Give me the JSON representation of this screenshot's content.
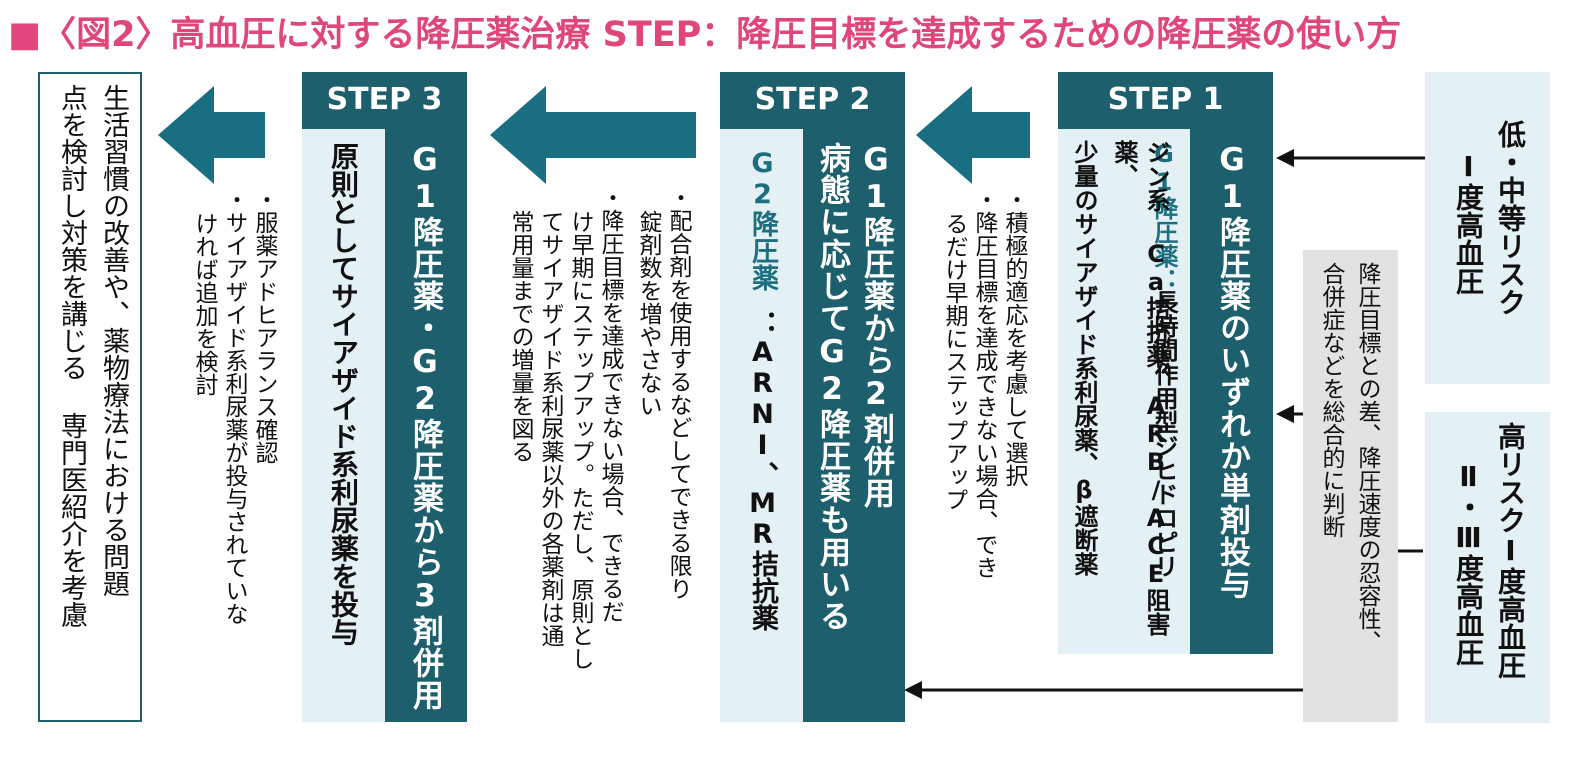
{
  "title": "■〈図2〉高血圧に対する降圧薬治療 STEP：降圧目標を達成するための降圧薬の使い方",
  "risk_low": {
    "line1": "低・中等リスク",
    "line2": "Ⅰ度高血圧"
  },
  "risk_high": {
    "line1": "高リスクⅠ度高血圧",
    "line2": "Ⅱ・Ⅲ度高血圧"
  },
  "judgement": {
    "line1": "降圧目標との差、降圧速度の忍容性、",
    "line2": "合併症などを総合的に判断"
  },
  "step1": {
    "label": "STEP 1",
    "main": "G1降圧薬のいずれか単剤投与",
    "detail_head": "G1降圧薬：",
    "detail_line1": "長時間作用型ジヒドロピリ",
    "detail_line2": "ジン系 Ca拮抗薬、ARB/ACE阻害薬、",
    "detail_line3": "少量のサイアザイド系利尿薬、β遮断薬",
    "note1": "・積極的適応を考慮して選択",
    "note2a": "・降圧目標を達成できない場合、でき",
    "note2b": "るだけ早期にステップアップ"
  },
  "step2": {
    "label": "STEP 2",
    "main_line1": "G1降圧薬から2剤併用",
    "main_line2": "病態に応じてG2降圧薬も用いる",
    "detail_head": "G2降圧薬",
    "detail_body": "：ARNI、MR拮抗薬",
    "note1a": "・配合剤を使用するなどしてできる限り",
    "note1b": "錠剤数を増やさない",
    "note2a": "・降圧目標を達成できない場合、できるだ",
    "note2b": "け早期にステップアップ。ただし、原則とし",
    "note2c": "てサイアザイド系利尿薬以外の各薬剤は通",
    "note2d": "常用量までの増量を図る"
  },
  "step3": {
    "label": "STEP 3",
    "main": "G1降圧薬・G2降圧薬から3剤併用",
    "sub": "原則としてサイアザイド系利尿薬を投与",
    "note1": "・服薬アドヒアランス確認",
    "note2a": "・サイアザイド系利尿薬が投与されていな",
    "note2b": "ければ追加を検討"
  },
  "final": {
    "line1": "生活習慣の改善や、薬物療法における問題",
    "line2": "点を検討し対策を講じる 専門医紹介を考慮"
  },
  "colors": {
    "title": "#e0457b",
    "dark_teal": "#1d5f6c",
    "pale_teal": "#e4f1f4",
    "arrow_teal": "#1a6e82",
    "gray": "#e2e2e2"
  }
}
